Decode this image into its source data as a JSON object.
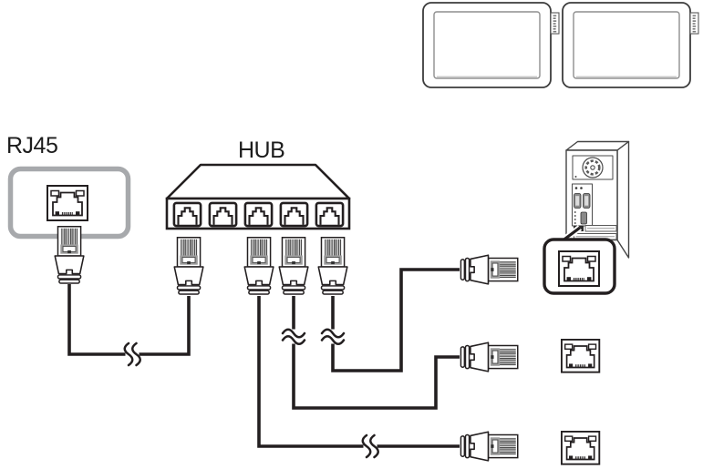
{
  "labels": {
    "rj45": "RJ45",
    "hub": "HUB"
  },
  "colors": {
    "line": "#231f20",
    "frame_gray": "#a7a9ac",
    "background": "#ffffff"
  },
  "diagram": {
    "type": "lan-cable-connection-diagram",
    "displays": {
      "count": 2,
      "position": "top-right"
    },
    "rj45_panel": {
      "label": "RJ45",
      "description": "RJ45 port panel with LAN cable plug below",
      "position": "left"
    },
    "hub": {
      "label": "HUB",
      "ports_total": 5,
      "plugged_ports": [
        1,
        3,
        4,
        5
      ]
    },
    "pc": {
      "description": "computer tower rear view with magnified RJ45 LAN port callout"
    },
    "wall_ports_right": {
      "count": 2
    },
    "cable_plugs_right": {
      "count": 3
    },
    "cables": [
      {
        "from": "rj45-panel-plug",
        "to": "hub-port-1",
        "break_symbol": true
      },
      {
        "from": "hub-port-3",
        "to": "right-plug-bottom",
        "break_symbol": true
      },
      {
        "from": "hub-port-4",
        "to": "right-plug-middle",
        "break_symbol": true
      },
      {
        "from": "hub-port-5",
        "to": "right-plug-top",
        "break_symbol": true
      }
    ]
  }
}
